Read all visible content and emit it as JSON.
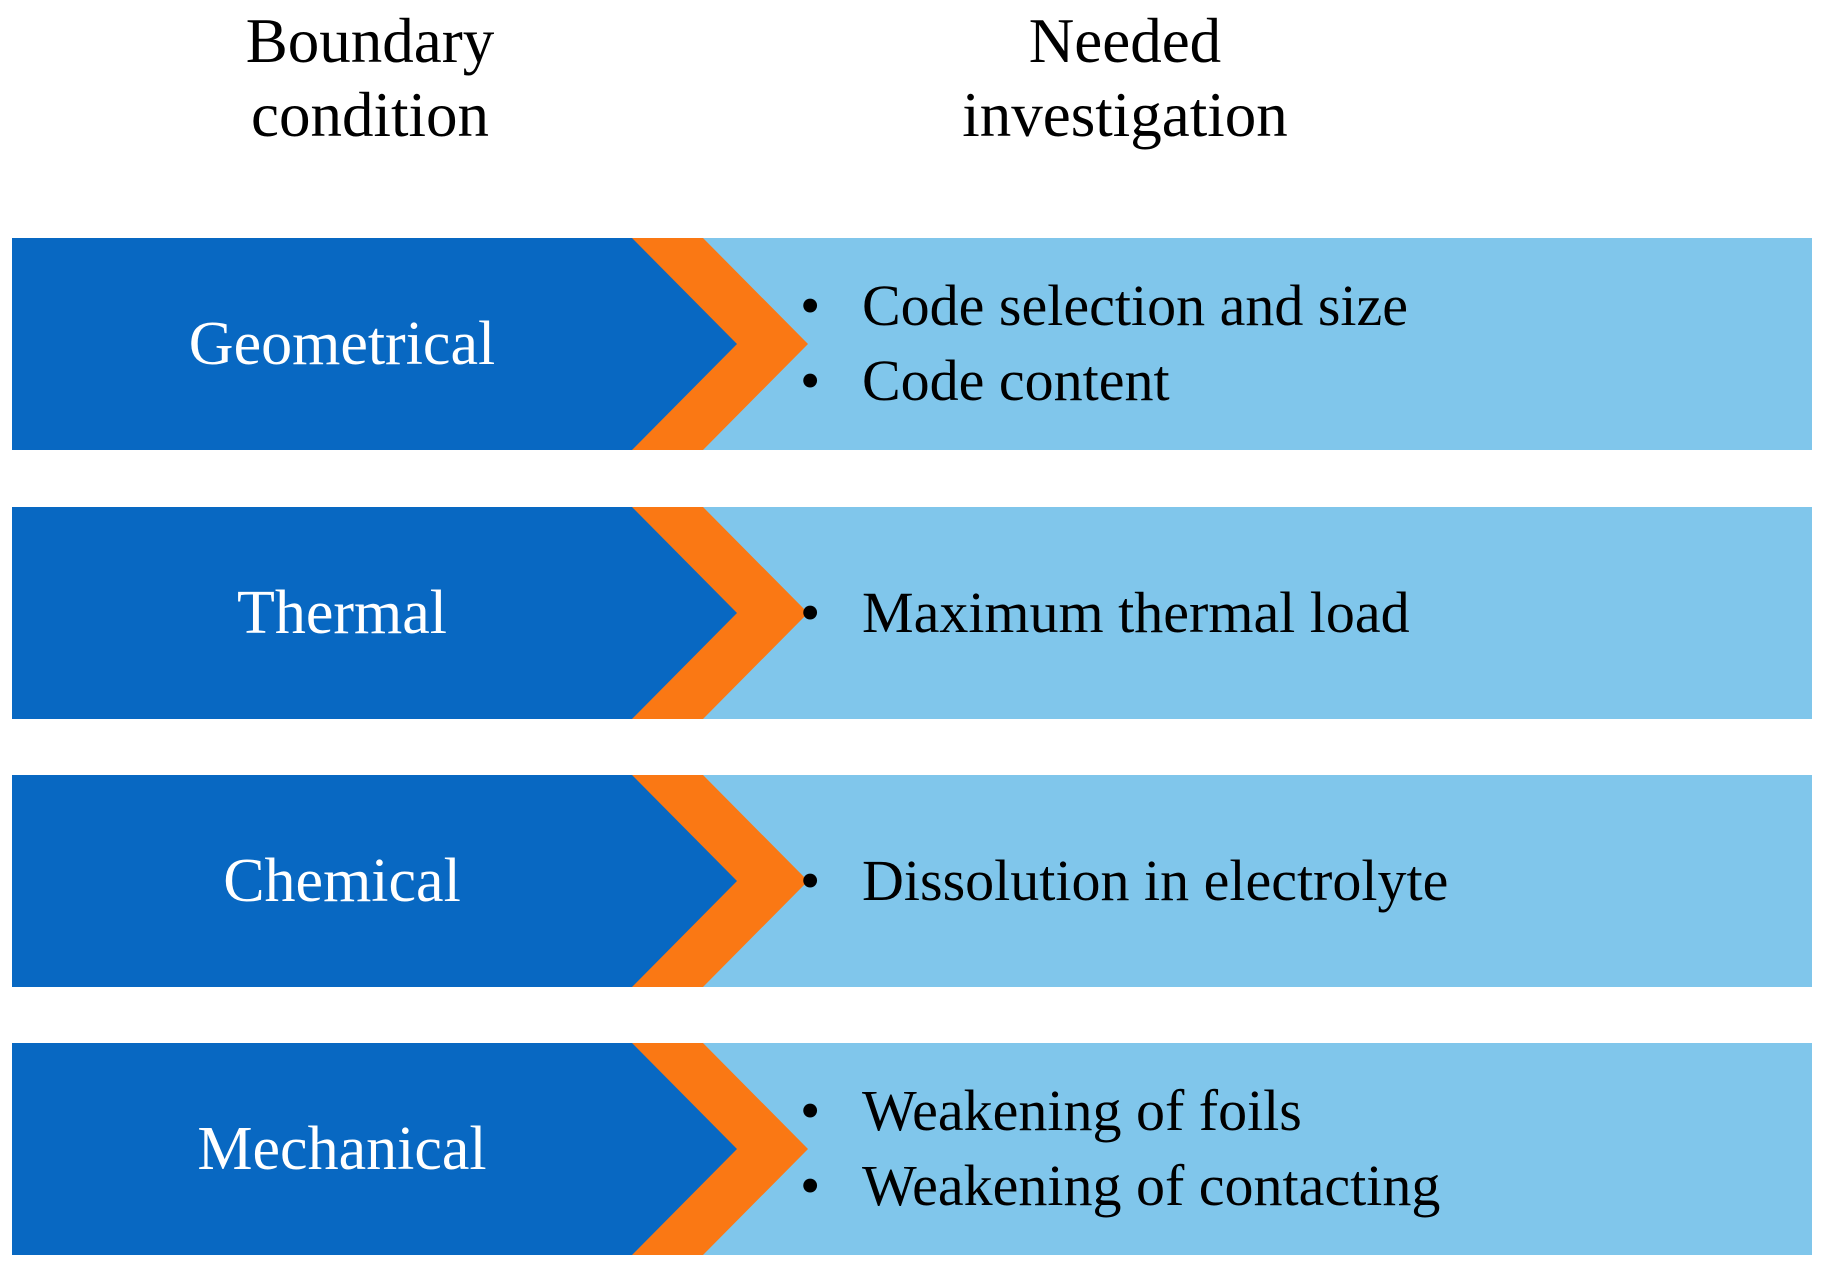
{
  "headers": {
    "left": "Boundary\ncondition",
    "right": "Needed\ninvestigation"
  },
  "colors": {
    "dark_blue": "#0868C2",
    "orange": "#FA7814",
    "light_blue": "#80C6EB",
    "label_text": "#FFFFFF",
    "body_text": "#000000",
    "background": "#FFFFFF"
  },
  "bullet_glyph": "•",
  "rows": [
    {
      "condition": "Geometrical",
      "investigations": [
        "Code selection and size",
        "Code content"
      ]
    },
    {
      "condition": "Thermal",
      "investigations": [
        "Maximum thermal load"
      ]
    },
    {
      "condition": "Chemical",
      "investigations": [
        "Dissolution in electrolyte"
      ]
    },
    {
      "condition": "Mechanical",
      "investigations": [
        "Weakening of foils",
        "Weakening of contacting"
      ]
    }
  ]
}
